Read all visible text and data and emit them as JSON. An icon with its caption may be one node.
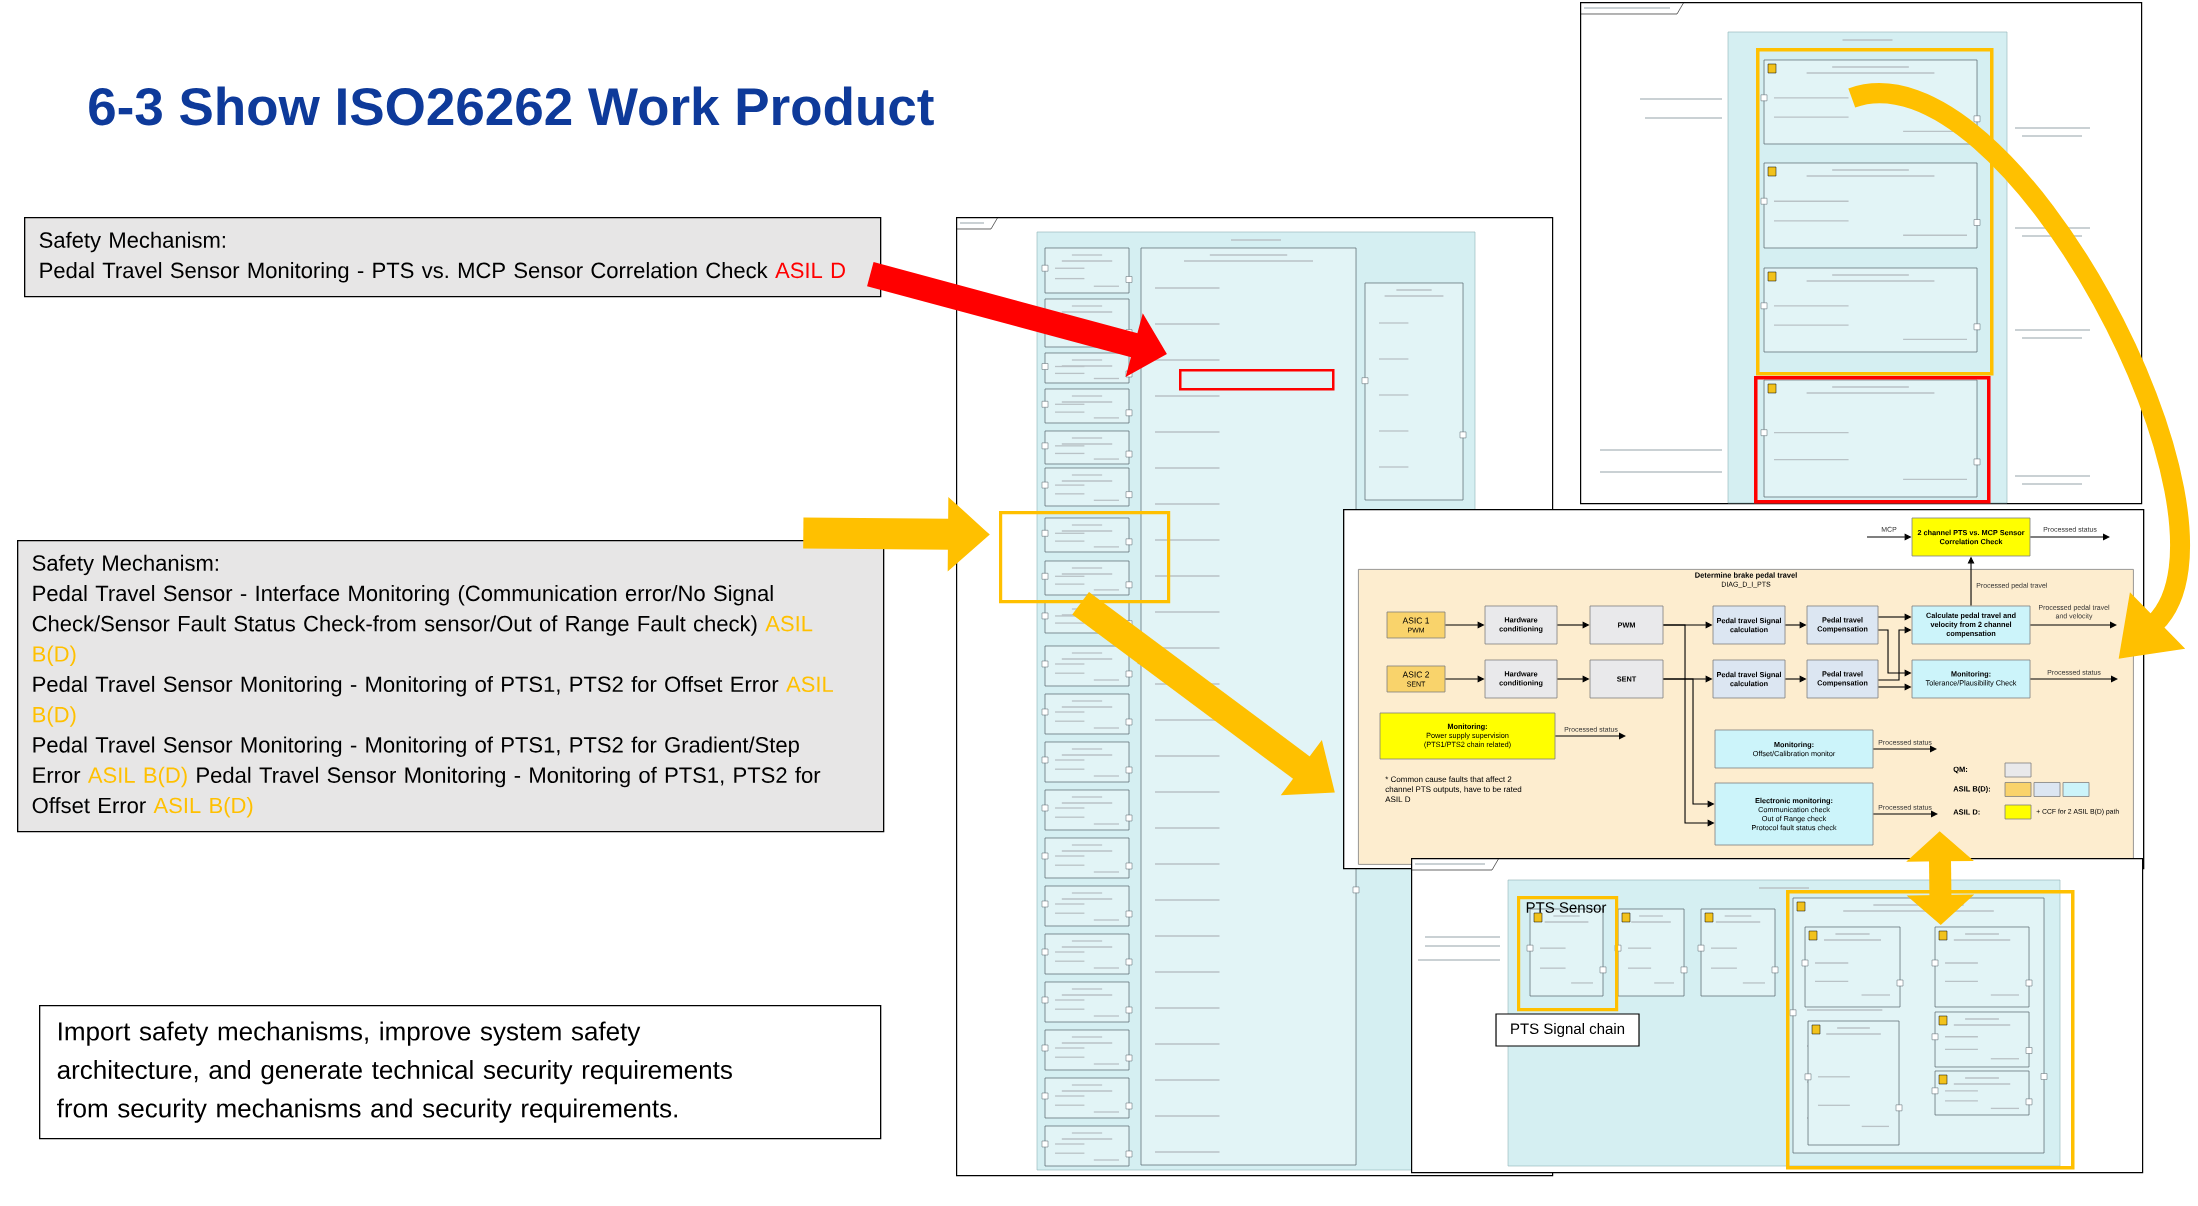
{
  "diagram": {
    "title": "6-3 Show ISO26262 Work Product",
    "nodes": [
      {
        "text": [
          "Safety Mechanism:",
          "Pedal Travel Sensor Monitoring - PTS vs. MCP Sensor Correlation Check",
          "ASIL D"
        ]
      },
      {
        "text": [
          "Safety Mechanism:",
          "Pedal Travel Sensor - Interface Monitoring (Communication error/No Signal Check/Sensor Fault Status Check-from sensor/Out of Range Fault check)",
          "ASIL B(D)",
          "Pedal Travel Sensor Monitoring - Monitoring of PTS1, PTS2 for Offset Error",
          "ASIL B(D)",
          "Pedal Travel Sensor Monitoring - Monitoring of PTS1, PTS2 for Gradient/Step Error",
          "ASIL B(D)",
          "Pedal Travel Sensor Monitoring - Monitoring of PTS1, PTS2 for Offset Error",
          "ASIL B(D)"
        ]
      },
      {
        "text": [
          "Import safety mechanisms, improve system safety architecture, and generate technical security requirements from security mechanisms and security requirements."
        ]
      },
      {
        "text": [],
        "shape": "picture"
      },
      {
        "text": [],
        "shape": "box",
        "in": 3
      },
      {
        "text": [],
        "shape": "box",
        "in": 3
      },
      {
        "text": [],
        "shape": "picture"
      },
      {
        "text": [],
        "shape": "box",
        "in": 6
      },
      {
        "text": [],
        "shape": "box",
        "in": 6
      },
      {
        "text": [],
        "shape": "box"
      },
      {
        "text": [
          "Determine brake pedal travel",
          "DIAG_D_I_PTS"
        ],
        "in": 9
      },
      {
        "text": [
          "ASIC 1",
          "PWM"
        ]
      },
      {
        "text": [
          "ASIC 2",
          "SENT"
        ]
      },
      {
        "text": [
          "Hardware conditioning"
        ]
      },
      {
        "text": [
          "Hardware conditioning"
        ]
      },
      {
        "text": [
          "PWM"
        ],
        "in": 10
      },
      {
        "text": [
          "SENT"
        ],
        "in": 10
      },
      {
        "text": [
          "Pedal travel Signal calculation"
        ],
        "in": 10
      },
      {
        "text": [
          "Pedal travel Signal calculation"
        ],
        "in": 10
      },
      {
        "text": [
          "Pedal travel Compensation"
        ],
        "in": 10
      },
      {
        "text": [
          "Pedal travel Compensation"
        ],
        "in": 10
      },
      {
        "text": [
          "Calculate pedal travel and velocity from 2 channel compensation"
        ],
        "in": 10
      },
      {
        "text": [
          "Monitoring:",
          "Tolerance/Plausibility Check"
        ],
        "in": 10
      },
      {
        "text": [
          "Monitoring:",
          "Power supply supervision (PTS1/PTS2 chain related)"
        ]
      },
      {
        "text": [
          "Monitoring:",
          "Offset/Calibration monitor"
        ],
        "in": 10
      },
      {
        "text": [
          "Electronic monitoring:",
          "Communication check",
          "Out of Range check",
          "Protocol fault status check"
        ],
        "in": 10
      },
      {
        "text": [
          "2 channel PTS vs. MCP Sensor Correlation Check"
        ],
        "in": 9
      },
      {
        "text": [],
        "shape": "picture"
      },
      {
        "text": [
          "PTS Sensor"
        ],
        "in": 27
      },
      {
        "text": [
          "PTS Signal chain"
        ],
        "in": 27
      },
      {
        "text": [],
        "shape": "box",
        "in": 27
      }
    ],
    "edges": [
      {
        "from": 0,
        "to": 4,
        "arrow": "to",
        "style": "thick",
        "color": "#ff0000"
      },
      {
        "from": 1,
        "to": 5,
        "arrow": "to",
        "style": "thick",
        "color": "#ffc000"
      },
      {
        "from": 5,
        "to": 9,
        "arrow": "to",
        "style": "thick",
        "color": "#ffc000"
      },
      {
        "from": 7,
        "to": 9,
        "arrow": "to",
        "style": "thick",
        "color": "#ffc000"
      },
      {
        "from": 9,
        "to": 30,
        "arrow": "both",
        "style": "thick",
        "color": "#ffc000"
      },
      {
        "from": 11,
        "to": 13,
        "arrow": "to"
      },
      {
        "from": 12,
        "to": 14,
        "arrow": "to"
      },
      {
        "from": 13,
        "to": 15,
        "arrow": "to"
      },
      {
        "from": 14,
        "to": 16,
        "arrow": "to"
      },
      {
        "from": 15,
        "to": 17,
        "arrow": "to"
      },
      {
        "from": 15,
        "to": 25,
        "arrow": "to"
      },
      {
        "from": 16,
        "to": 18,
        "arrow": "to"
      },
      {
        "from": 16,
        "to": 25,
        "arrow": "to"
      },
      {
        "from": 17,
        "to": 19,
        "arrow": "to"
      },
      {
        "from": 18,
        "to": 20,
        "arrow": "to"
      },
      {
        "from": 19,
        "to": 21,
        "arrow": "to"
      },
      {
        "from": 19,
        "to": 22,
        "arrow": "to"
      },
      {
        "from": 20,
        "to": 21,
        "arrow": "to"
      },
      {
        "from": 20,
        "to": 22,
        "arrow": "to"
      },
      {
        "from": 21,
        "to": 26,
        "arrow": "to",
        "label": "Processed pedal travel"
      },
      {
        "from": null,
        "to": 26,
        "arrow": "to",
        "label": "MCP"
      },
      {
        "from": 26,
        "to": null,
        "arrow": "to",
        "label": "Processed status"
      },
      {
        "from": 21,
        "to": null,
        "arrow": "to",
        "label": "Processed pedal travel and velocity"
      },
      {
        "from": 22,
        "to": null,
        "arrow": "to",
        "label": "Processed status"
      },
      {
        "from": 23,
        "to": null,
        "arrow": "to",
        "label": "Processed status"
      },
      {
        "from": 24,
        "to": null,
        "arrow": "to",
        "label": "Processed status"
      },
      {
        "from": 25,
        "to": null,
        "arrow": "to",
        "label": "Processed status"
      }
    ],
    "labels": [
      "* Common cause faults that affect 2 channel PTS outputs, have to be rated ASIL D",
      "+ CCF for 2 ASIL B(D) path"
    ],
    "legend": [
      {
        "text": "QM:",
        "color": "#e9e9eb"
      },
      {
        "text": "ASIL B(D):",
        "color": "#f9d36b"
      },
      {
        "text": "ASIL D:",
        "color": "#ffff00"
      }
    ]
  }
}
